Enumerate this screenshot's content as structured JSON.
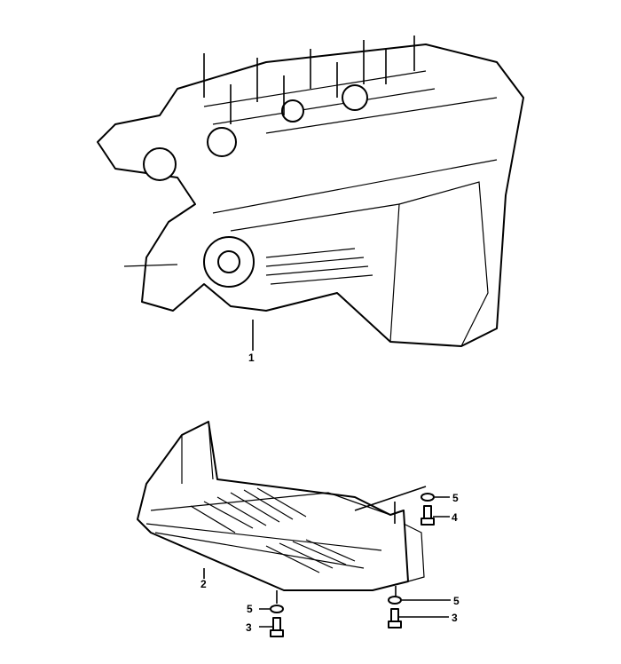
{
  "callouts": {
    "engine": "1",
    "skid_plate": "2",
    "bolt_front": "3",
    "washer_front": "5",
    "washer_rear_top": "5",
    "bolt_rear_top": "4",
    "washer_rear_bottom": "5",
    "bolt_rear_bottom": "3"
  }
}
